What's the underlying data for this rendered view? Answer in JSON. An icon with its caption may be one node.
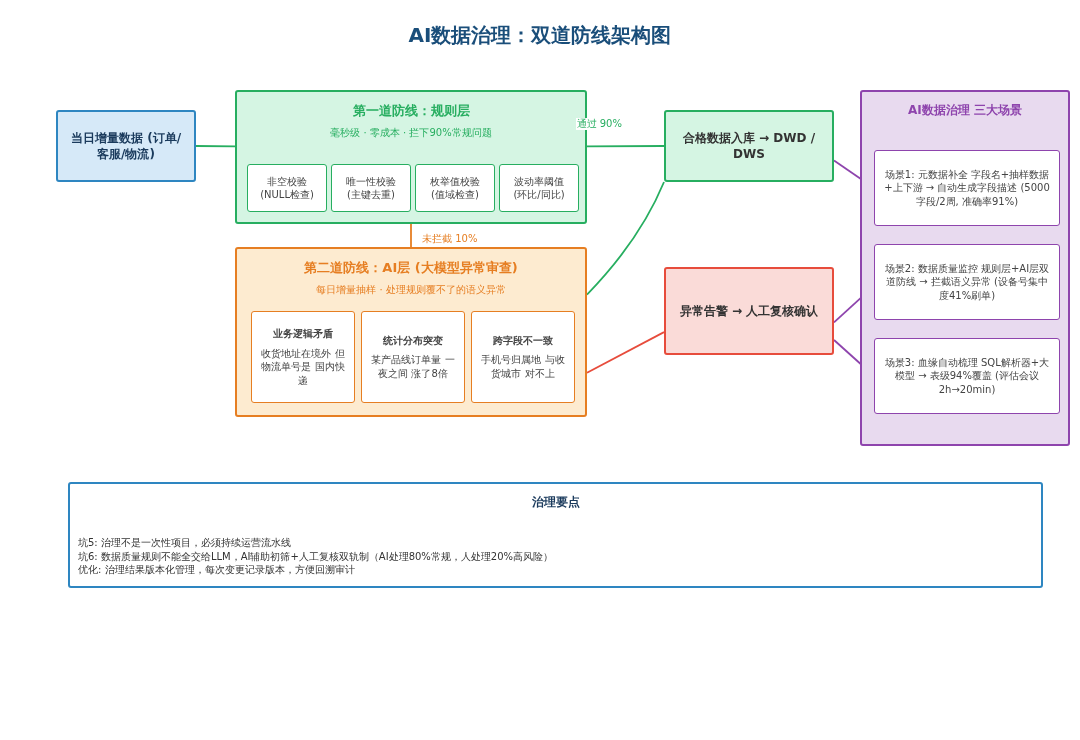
{
  "diagram": {
    "title": "AI数据治理：双道防线架构图",
    "nodes": [
      {
        "text": [
          "当日增量数据 (订单/客服/物流)"
        ]
      },
      {
        "text": [
          "第一道防线：规则层",
          "毫秒级 · 零成本 · 拦下90%常规问题"
        ]
      },
      {
        "text": [
          "非空校验 (NULL检查)"
        ],
        "in": 1
      },
      {
        "text": [
          "唯一性校验 (主键去重)"
        ],
        "in": 1
      },
      {
        "text": [
          "枚举值校验 (值域检查)"
        ],
        "in": 1
      },
      {
        "text": [
          "波动率阈值 (环比/同比)"
        ],
        "in": 1
      },
      {
        "text": [
          "第二道防线：AI层 (大模型异常审查)",
          "每日增量抽样 · 处理规则覆不了的语义异常"
        ]
      },
      {
        "text": [
          "业务逻辑矛盾",
          "收货地址在境外 但物流单号是 国内快递"
        ],
        "in": 6
      },
      {
        "text": [
          "统计分布突变",
          "某产品线订单量 一夜之间 涨了8倍"
        ],
        "in": 6
      },
      {
        "text": [
          "跨字段不一致",
          "手机号归属地 与收货城市 对不上"
        ],
        "in": 6
      },
      {
        "text": [
          "合格数据入库 → DWD / DWS"
        ]
      },
      {
        "text": [
          "异常告警 → 人工复核确认"
        ]
      },
      {
        "text": [
          "AI数据治理 三大场景"
        ]
      },
      {
        "text": [
          "场景1: 元数据补全 字段名+抽样数据+上下游 → 自动生成字段描述 (5000字段/2周, 准确率91%)"
        ],
        "in": 12
      },
      {
        "text": [
          "场景2: 数据质量监控 规则层+AI层双道防线 → 拦截语义异常 (设备号集中度41%刷单)"
        ],
        "in": 12
      },
      {
        "text": [
          "场景3: 血缘自动梳理 SQL解析器+大模型 → 表级94%覆盖 (评估会议 2h→20min)"
        ],
        "in": 12
      },
      {
        "text": [
          "治理要点",
          "坑5: 治理不是一次性项目，必须持续运营流水线",
          "坑6: 数据质量规则不能全交给LLM，AI辅助初筛+人工复核双轨制（AI处理80%常规，人处理20%高风险）",
          "优化: 治理结果版本化管理，每次变更记录版本，方便回溯审计"
        ]
      }
    ],
    "edges": [
      {
        "from": 0,
        "to": 1,
        "arrow": "none",
        "color": "#27ae60"
      },
      {
        "from": 1,
        "to": 10,
        "arrow": "none",
        "label": "通过 90%",
        "color": "#27ae60"
      },
      {
        "from": 1,
        "to": 6,
        "arrow": "none",
        "label": "未拦截 10%",
        "color": "#e67e22"
      },
      {
        "from": 6,
        "to": 10,
        "arrow": "none",
        "color": "#27ae60"
      },
      {
        "from": 6,
        "to": 11,
        "arrow": "none",
        "color": "#e74c3c"
      },
      {
        "from": 10,
        "to": 13,
        "arrow": "none",
        "color": "#8e44ad"
      },
      {
        "from": 11,
        "to": 14,
        "arrow": "none",
        "color": "#8e44ad"
      },
      {
        "from": 11,
        "to": 15,
        "arrow": "none",
        "color": "#8e44ad"
      }
    ]
  }
}
